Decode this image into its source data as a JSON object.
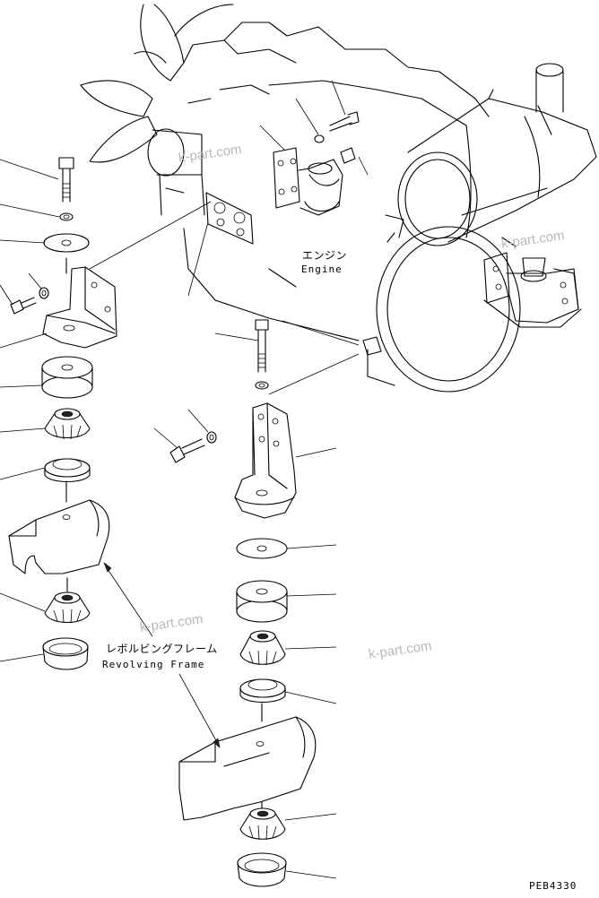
{
  "labels": {
    "engine_jp": "エンジン",
    "engine_en": "Engine",
    "frame_jp": "レボルビングフレーム",
    "frame_en": "Revolving Frame",
    "drawing_code": "PEB4330"
  },
  "watermark": "k-part.com",
  "colors": {
    "line": "#000000",
    "background": "#ffffff",
    "watermark": "#b9b9b9"
  }
}
